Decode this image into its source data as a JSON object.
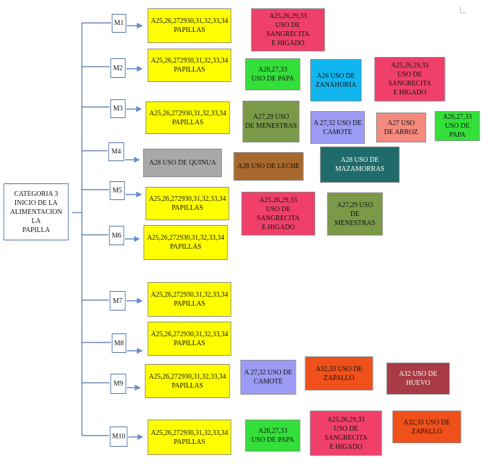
{
  "root": {
    "label": "CATEGORIA 3\nINICIO DE LA\nALIMENTACION LA\nPAPILLA"
  },
  "months": [
    {
      "label": "M1"
    },
    {
      "label": "M2"
    },
    {
      "label": "M3"
    },
    {
      "label": "M4"
    },
    {
      "label": "M5"
    },
    {
      "label": "M6"
    },
    {
      "label": "M7"
    },
    {
      "label": "M8"
    },
    {
      "label": "M9"
    },
    {
      "label": "M10"
    }
  ],
  "boxes": [
    {
      "text": "A25,26,272930,31,32,33,34\nPAPILLAS",
      "color": "#ffff00"
    },
    {
      "text": "A25,26,29,33\nUSO DE SANGRECITA\nE HIGADO",
      "color": "#f0406a"
    },
    {
      "text": "A25,26,272930,31,32,33,34\nPAPILLAS",
      "color": "#ffff00"
    },
    {
      "text": "A26,27,33\nUSO DE PAPA",
      "color": "#33e03a"
    },
    {
      "text": "A26 USO DE\nZANAHORIA",
      "color": "#11b6ee"
    },
    {
      "text": "A25,26,29,33\nUSO DE SANGRECITA\nE HIGADO",
      "color": "#f0406a"
    },
    {
      "text": "A25,26,272930,31,32,33,34\nPAPILLAS",
      "color": "#ffff00"
    },
    {
      "text": "A27,29 USO\nDE MENESTRAS",
      "color": "#7a9a48"
    },
    {
      "text": "A 27,32 USO DE\nCAMOTE",
      "color": "#9b9bf3"
    },
    {
      "text": "A27 USO\nDE ARROZ",
      "color": "#f48a7e"
    },
    {
      "text": "A26,27,33\nUSO DE PAPA",
      "color": "#33e03a"
    },
    {
      "text": "A28 USO DE QUINUA",
      "color": "#a9a9a9"
    },
    {
      "text": "A28 USO DE LECHE",
      "color": "#a9692d"
    },
    {
      "text": "A28 USO DE\nMAZAMORRAS",
      "color": "#1f6b6b"
    },
    {
      "text": "A25,26,272930,31,32,33,34\nPAPILLAS",
      "color": "#ffff00"
    },
    {
      "text": "A25,26,29,33\nUSO DE SANGRECITA\nE HIGADO",
      "color": "#f0406a"
    },
    {
      "text": "A27,29 USO\nDE MENESTRAS",
      "color": "#7a9a48"
    },
    {
      "text": "A25,26,272930,31,32,33,34\nPAPILLAS",
      "color": "#ffff00"
    },
    {
      "text": "A25,26,272930,31,32,33,34\nPAPILLAS",
      "color": "#ffff00"
    },
    {
      "text": "A25,26,272930,31,32,33,34\nPAPILLAS",
      "color": "#ffff00"
    },
    {
      "text": "A25,26,272930,31,32,33,34\nPAPILLAS",
      "color": "#ffff00"
    },
    {
      "text": "A 27,32 USO DE\nCAMOTE",
      "color": "#9b9bf3"
    },
    {
      "text": "A32,33 USO DE\nZAPALLO",
      "color": "#f0501a"
    },
    {
      "text": "A32 USO DE HUEVO",
      "color": "#a83b45"
    },
    {
      "text": "A25,26,272930,31,32,33,34\nPAPILLAS",
      "color": "#ffff00"
    },
    {
      "text": "A26,27,33\nUSO DE PAPA",
      "color": "#33e03a"
    },
    {
      "text": "A25,26,29,33\nUSO DE SANGRECITA\nE HIGADO",
      "color": "#f0406a"
    },
    {
      "text": "A32,33 USO DE\nZAPALLO",
      "color": "#f0501a"
    }
  ]
}
